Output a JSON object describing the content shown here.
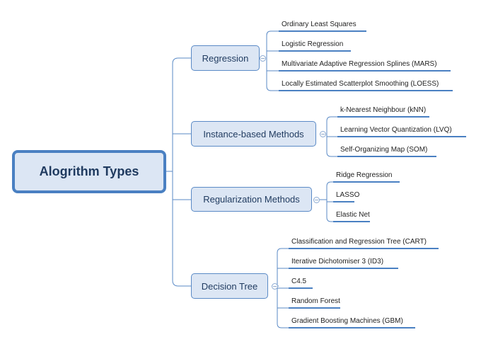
{
  "root": {
    "label": "Alogrithm Types"
  },
  "branches": [
    {
      "label": "Regression",
      "children": [
        "Ordinary Least Squares",
        "Logistic Regression",
        "Multivariate Adaptive Regression Splines (MARS)",
        "Locally Estimated Scatterplot Smoothing (LOESS)"
      ]
    },
    {
      "label": "Instance-based Methods",
      "children": [
        "k-Nearest Neighbour (kNN)",
        "Learning Vector Quantization (LVQ)",
        "Self-Organizing Map (SOM)"
      ]
    },
    {
      "label": "Regularization Methods",
      "children": [
        "Ridge Regression",
        "LASSO",
        "Elastic Net"
      ]
    },
    {
      "label": "Decision Tree",
      "children": [
        "Classification and Regression Tree (CART)",
        "Iterative Dichotomiser 3 (ID3)",
        "C4.5",
        "Random Forest",
        "Gradient Boosting Machines (GBM)"
      ]
    }
  ],
  "colors": {
    "line": "#5a8ac6",
    "underline": "#4a80c2",
    "node_fill": "#dce6f4"
  }
}
